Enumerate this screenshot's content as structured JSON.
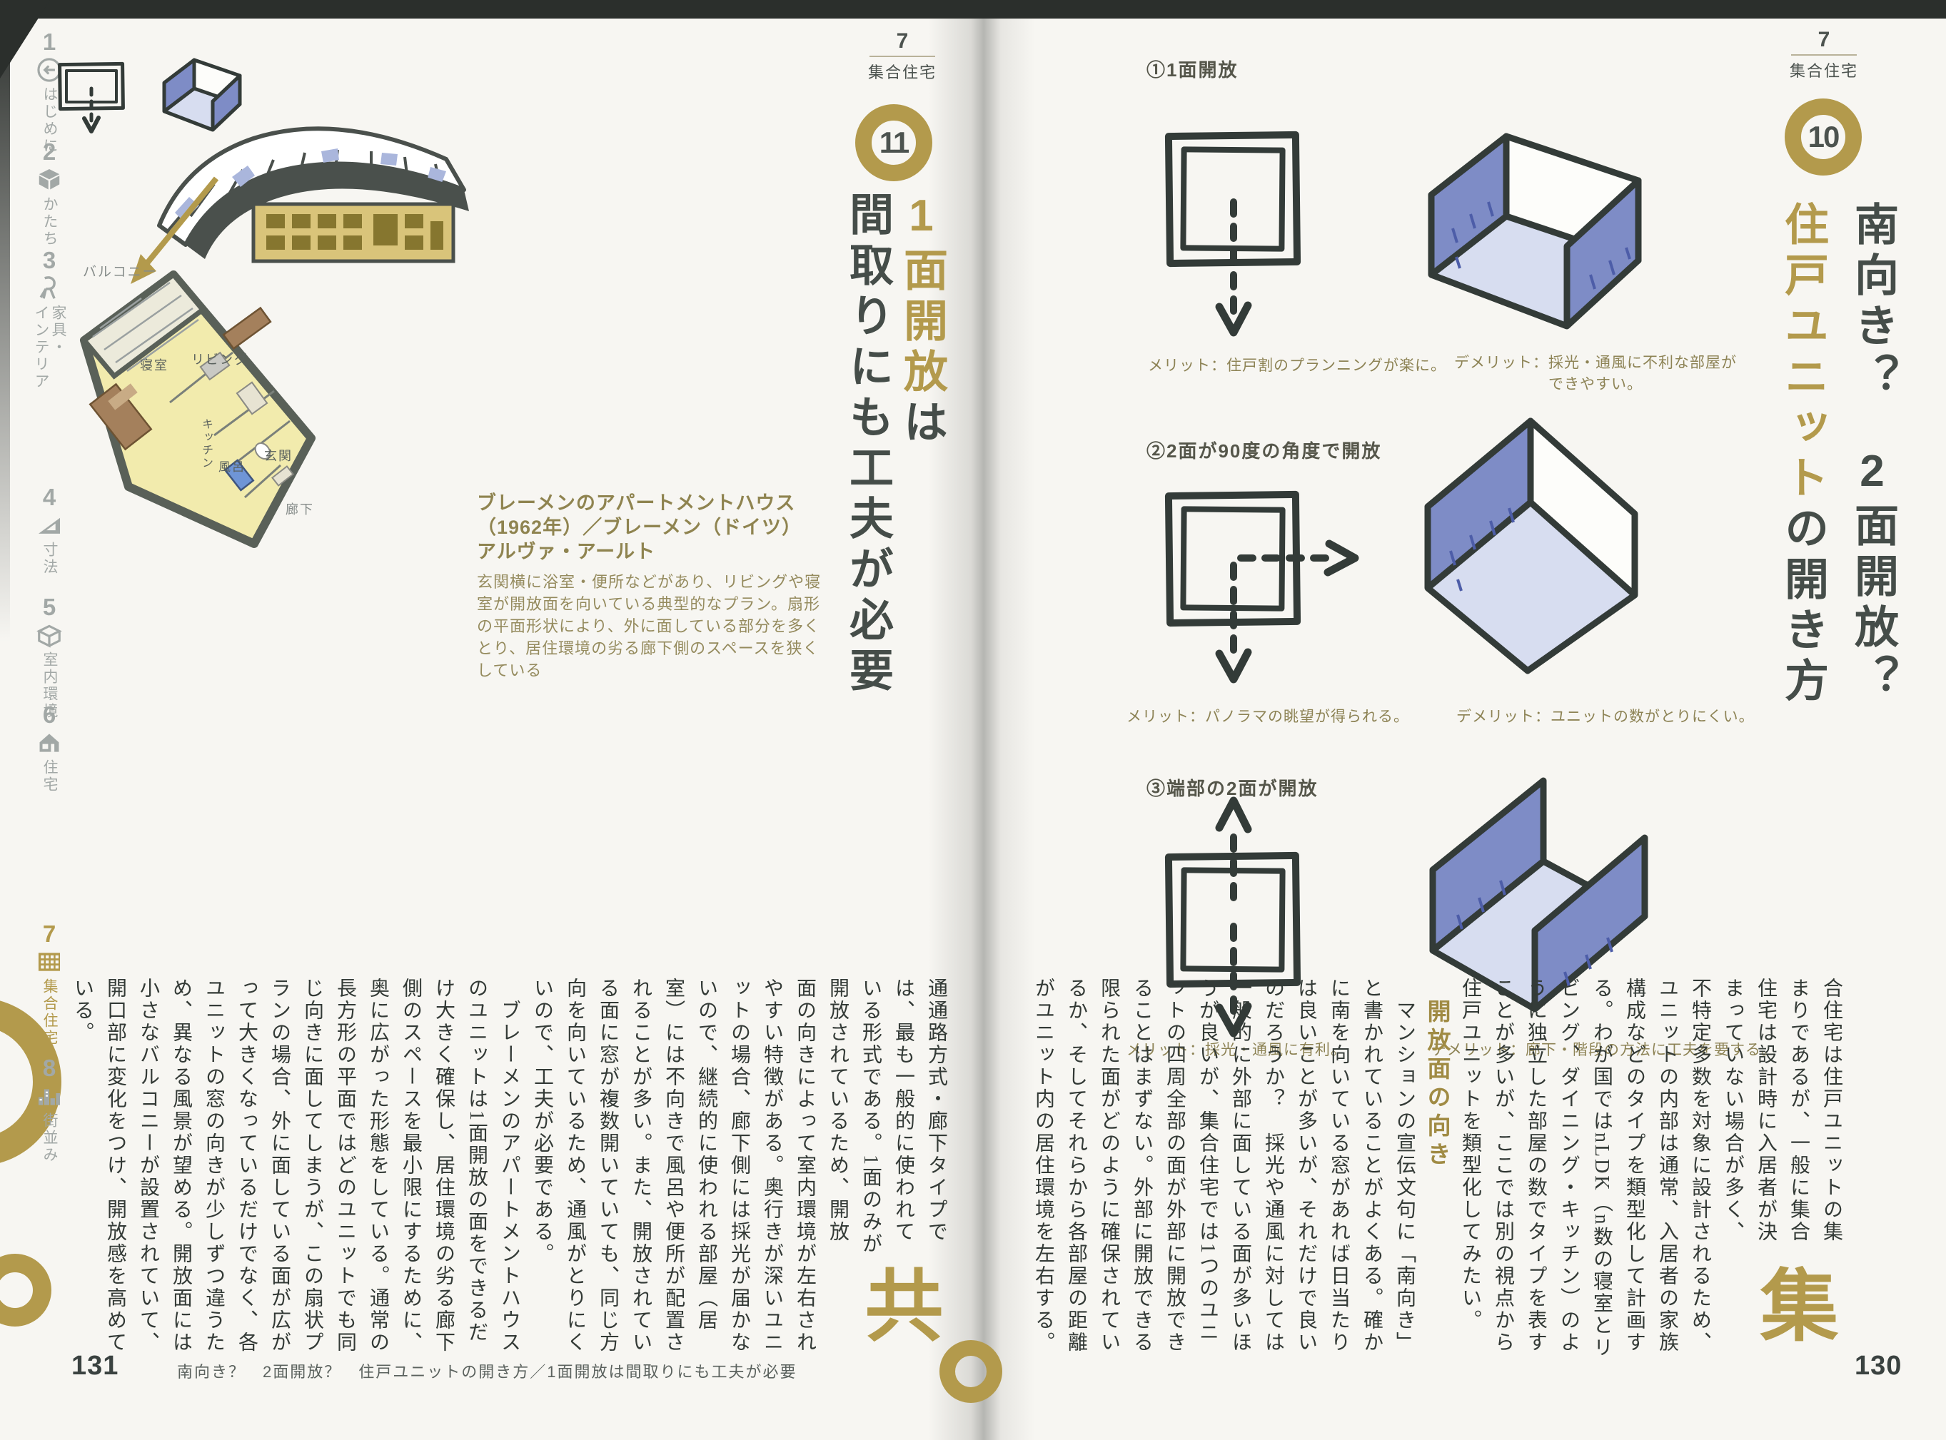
{
  "sidebar": {
    "items": [
      {
        "num": "1",
        "label": "はじめに",
        "icon": "back-arrow",
        "active": false
      },
      {
        "num": "2",
        "label": "かたち",
        "icon": "cube",
        "active": false
      },
      {
        "num": "3",
        "label": "家具・\nインテリア",
        "icon": "chair",
        "active": false
      },
      {
        "num": "4",
        "label": "寸法",
        "icon": "ruler",
        "active": false
      },
      {
        "num": "5",
        "label": "室内環境",
        "icon": "room-box",
        "active": false
      },
      {
        "num": "6",
        "label": "住宅",
        "icon": "house",
        "active": false
      },
      {
        "num": "7",
        "label": "集合住宅",
        "icon": "apartment-grid",
        "active": true
      },
      {
        "num": "8",
        "label": "街並み",
        "icon": "cityscape",
        "active": false
      }
    ]
  },
  "left_page": {
    "header": {
      "chapter_number": "7",
      "chapter_label": "集合住宅"
    },
    "section_badge": "11",
    "headline": {
      "col1": [
        {
          "t": "1面開放",
          "c": "gold"
        },
        {
          "t": "は",
          "c": "dark"
        }
      ],
      "col2": [
        {
          "t": "間取りにも工夫が必要",
          "c": "dark"
        }
      ]
    },
    "figure": {
      "balcony": "バルコニー",
      "rooms": {
        "bedroom": "寝室",
        "living": "リビング",
        "kitchen": "キッチン",
        "bath": "風呂",
        "entrance": "玄関",
        "corridor": "廊下"
      },
      "caption_title_1": "ブレーメンのアパートメントハウス",
      "caption_title_2": "（1962年）／ブレーメン（ドイツ）",
      "caption_title_3": "アルヴァ・アールト",
      "caption_body": "玄関横に浴室・便所などがあり、リビングや寝室が開放面を向いている典型的なプラン。扇形の平面形状により、外に面している部分を多くとり、居住環境の劣る廊下側のスペースを狭くしている"
    },
    "body": {
      "dropcap": "共",
      "para1": "通通路方式・廊下タイプでは、最も一般的に使われている形式である。1面のみが開放されているため、開放面の向きによって室内環境が左右されやすい特徴がある。奥行きが深いユニットの場合、廊下側には採光が届かないので、継続的に使われる部屋（居室）には不向きで風呂や便所が配置されることが多い。また、開放されている面に窓が複数開いていても、同じ方向を向いているため、通風がとりにくいので、工夫が必要である。",
      "para2": "　ブレーメンのアパートメントハウスのユニットは1面開放の面をできるだけ大きく確保し、居住環境の劣る廊下側のスペースを最小限にするために、奥に広がった形態をしている。通常の長方形の平面ではどのユニットでも同じ向きに面してしまうが、この扇状プランの場合、外に面している面が広がって大きくなっているだけでなく、各ユニットの窓の向きが少しずつ違うため、異なる風景が望める。開放面には小さなバルコニーが設置されていて、開口部に変化をつけ、開放感を高めている。"
    },
    "footer": {
      "page_number": "131",
      "text": "南向き？　2面開放？　住戸ユニットの開き方／1面開放は間取りにも工夫が必要"
    }
  },
  "right_page": {
    "header": {
      "chapter_number": "7",
      "chapter_label": "集合住宅"
    },
    "section_badge": "10",
    "headline": {
      "col1": [
        {
          "t": "南向き？",
          "c": "dark"
        },
        {
          "t": "2面開放？",
          "c": "dark",
          "gap": true
        }
      ],
      "col2": [
        {
          "t": "住戸ユニット",
          "c": "gold"
        },
        {
          "t": "の開き方",
          "c": "dark"
        }
      ]
    },
    "diagrams": [
      {
        "label": "①1面開放",
        "merit": "メリット：住戸割のプランニングが楽に。",
        "demerit": "デメリット：採光・通風に不利な部屋が\nできやすい。"
      },
      {
        "label": "②2面が90度の角度で開放",
        "merit": "メリット：パノラマの眺望が得られる。",
        "demerit": "デメリット：ユニットの数がとりにくい。"
      },
      {
        "label": "③端部の2面が開放",
        "merit": "メリット：採光・通風に有利。",
        "demerit": "デメリット：廊下・階段の方法に工夫を要する。"
      }
    ],
    "body": {
      "dropcap": "集",
      "para1": "合住宅は住戸ユニットの集まりであるが、一般に集合住宅は設計時に入居者が決まっていない場合が多く、不特定多数を対象に設計されるため、ユニットの内部は通常、入居者の家族構成などのタイプを類型化して計画する。わが国ではnLDK（n数の寝室とリビング、ダイニング・キッチン）のように独立した部屋の数でタイプを表すことが多いが、ここでは別の視点から住戸ユニットを類型化してみたい。",
      "heading": "開放面の向き",
      "para2": "　マンションの宣伝文句に「南向き」と書かれていることがよくある。確かに南を向いている窓があれば日当たりは良いことが多いが、それだけで良いのだろうか？　採光や通風に対しては一般的に外部に面している面が多いほうが良いが、集合住宅では1つのユニットの四周全部の面が外部に開放できることはまずない。外部に開放できる限られた面がどのように確保されているか、そしてそれらから各部屋の距離がユニット内の居住環境を左右する。"
    },
    "footer": {
      "page_number": "130"
    }
  },
  "colors": {
    "gold": "#b39a4c",
    "ink": "#333a36",
    "olive": "#8d8355",
    "blue_wall": "#7e8cc6",
    "blue_floor": "#d7ddf0"
  }
}
